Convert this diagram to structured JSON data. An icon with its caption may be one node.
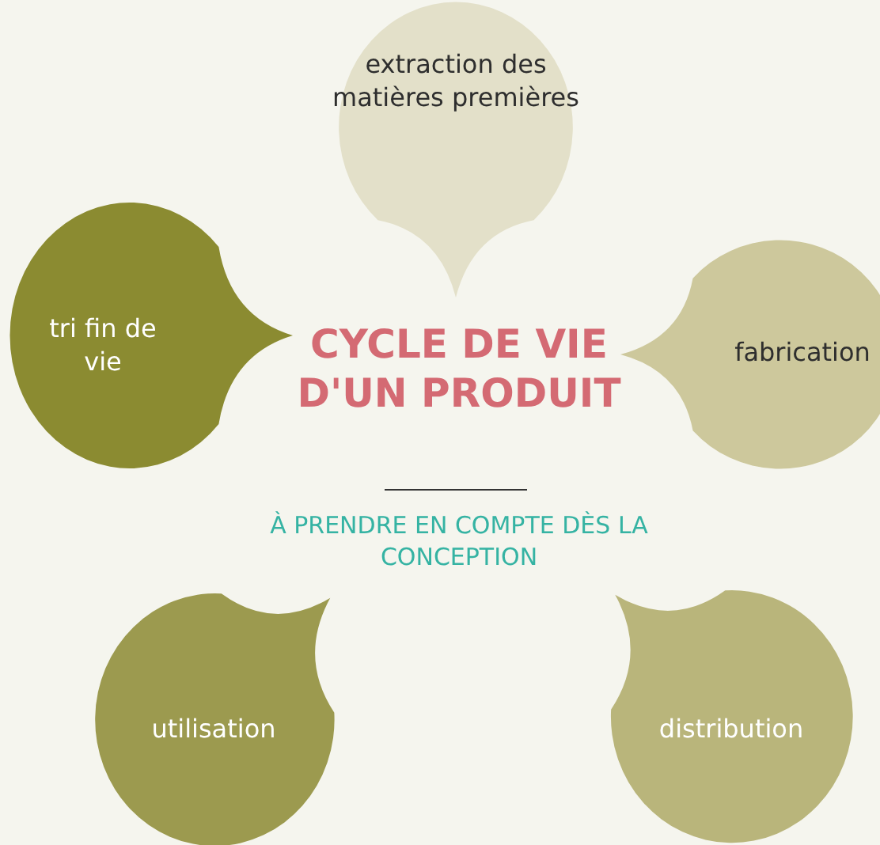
{
  "diagram": {
    "title": "CYCLE DE VIE D'UN PRODUIT",
    "nodes": [
      {
        "text": [
          "extraction des matières premières"
        ]
      },
      {
        "text": [
          "fabrication"
        ]
      },
      {
        "text": [
          "distribution"
        ]
      },
      {
        "text": [
          "utilisation"
        ]
      },
      {
        "text": [
          "tri fin de vie"
        ]
      }
    ],
    "labels": [
      "À PRENDRE EN COMPTE DÈS LA CONCEPTION"
    ]
  }
}
